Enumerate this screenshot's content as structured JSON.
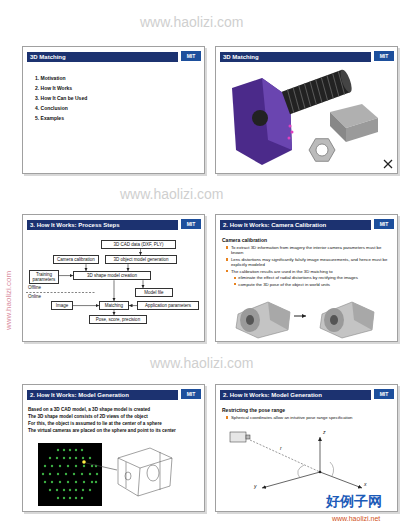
{
  "diagram": {
    "nodes": [
      {
        "text": [
          "3D Matching",
          "1. Motivation",
          "2. How It Works",
          "3. How It Can be Used",
          "4. Conclusion",
          "5. Examples"
        ]
      },
      {
        "text": [
          "3D Matching"
        ]
      },
      {
        "text": [
          "3. How It Works: Process Steps"
        ]
      },
      {
        "text": [
          "3D CAD data (DXF, PLY)"
        ],
        "in": 2
      },
      {
        "text": [
          "Camera calibration"
        ],
        "in": 2
      },
      {
        "text": [
          "3D object model generation"
        ],
        "in": 2
      },
      {
        "text": [
          "Training parameters"
        ],
        "in": 2
      },
      {
        "text": [
          "3D shape model creation"
        ],
        "in": 2
      },
      {
        "text": [
          "Model file"
        ],
        "in": 2
      },
      {
        "text": [
          "Image"
        ],
        "in": 2
      },
      {
        "text": [
          "Matching"
        ],
        "in": 2
      },
      {
        "text": [
          "Application parameters"
        ],
        "in": 2
      },
      {
        "text": [
          "Pose, score, precision"
        ],
        "in": 2
      },
      {
        "text": [
          "2. How It Works: Camera Calibration",
          "Camera calibration",
          "To extract 3D information from imagery the interior camera parameters must be known",
          "Lens distortions may significantly falsify image measurements, and hence must be explicitly modeled",
          "The calibration results are used in the 3D matching to",
          "eliminate the effect of radial distortions by rectifying the images",
          "compute the 3D pose of the object in world units"
        ]
      },
      {
        "text": [
          "2. How It Works: Model Generation",
          "Based on a 3D CAD model, a 3D shape model is created",
          "The 3D shape model consists of 2D views of the object",
          "For this, the object is assumed to lie at the center of a sphere",
          "The virtual cameras are placed on the sphere and point to its center"
        ]
      },
      {
        "text": [
          "2. How It Works: Model Generation",
          "Restricting the pose range",
          "Spherical coordinates allow an intuitive pose range specification"
        ]
      }
    ],
    "edges": [
      {
        "from": 3,
        "to": 5,
        "arrow": "to"
      },
      {
        "from": 4,
        "to": 7,
        "arrow": "to"
      },
      {
        "from": 5,
        "to": 7,
        "arrow": "to"
      },
      {
        "from": 6,
        "to": 7,
        "arrow": "to"
      },
      {
        "from": 7,
        "to": 10,
        "arrow": "to"
      },
      {
        "from": 7,
        "to": 8,
        "arrow": "to"
      },
      {
        "from": 9,
        "to": 10,
        "arrow": "to"
      },
      {
        "from": 11,
        "to": 10,
        "arrow": "to"
      },
      {
        "from": 10,
        "to": 12,
        "arrow": "to"
      }
    ],
    "labels": [
      "MIT",
      "MIT",
      "MIT",
      "MIT",
      "MIT",
      "MIT",
      "Offline",
      "Online",
      "z",
      "x",
      "y",
      "r",
      "www.haolizi.com",
      "www.haolizi.com",
      "www.haolizi.com",
      "www.haolizi.com",
      "好例子网",
      "www.haolizi.net"
    ]
  }
}
